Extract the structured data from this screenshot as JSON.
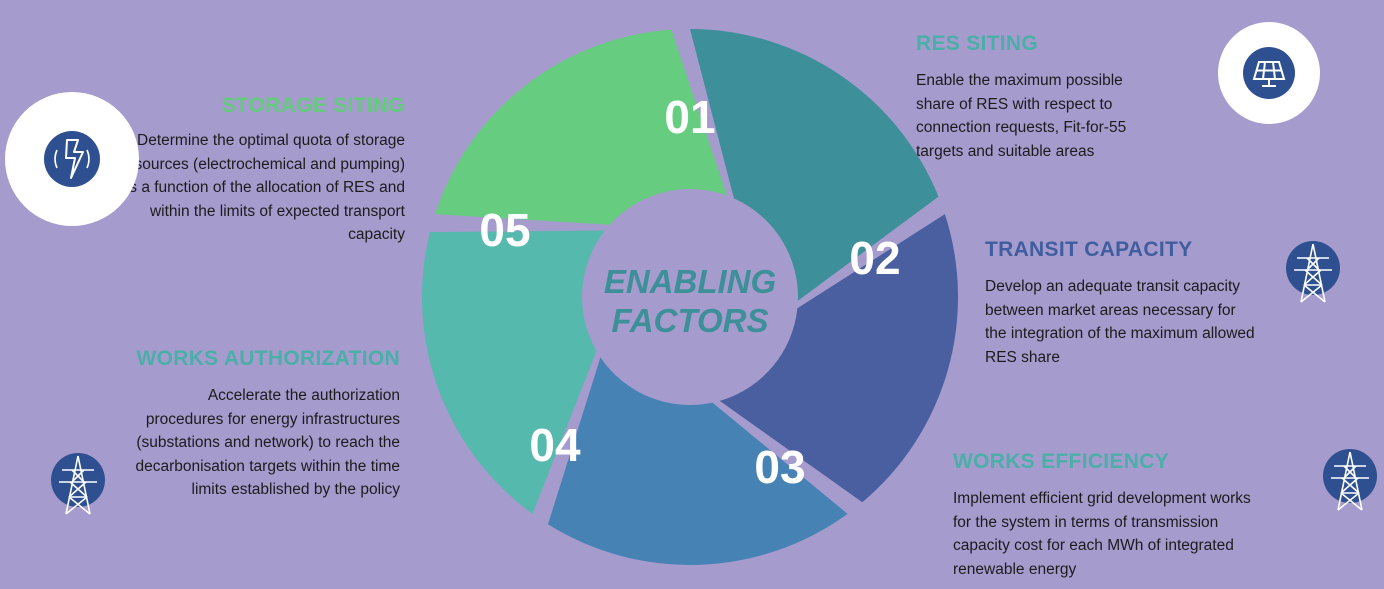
{
  "center_label": {
    "line1": "ENABLING",
    "line2": "FACTORS"
  },
  "colors": {
    "background": "#a59bcd",
    "seg01": "#3d8f9a",
    "seg02": "#4a5fa0",
    "seg03": "#4682b4",
    "seg04": "#55b9ad",
    "seg05": "#66cc7f",
    "title_green": "#62cb7c",
    "title_teal": "#4aafa8",
    "title_blue": "#3f5d9f",
    "icon_fill": "#2e5090"
  },
  "segments": [
    {
      "number": "01"
    },
    {
      "number": "02"
    },
    {
      "number": "03"
    },
    {
      "number": "04"
    },
    {
      "number": "05"
    }
  ],
  "blocks": {
    "res_siting": {
      "title": "RES SITING",
      "description": "Enable the maximum possible share of RES with respect to connection requests, Fit-for-55 targets and suitable areas",
      "icon": "solar-panel-icon"
    },
    "transit_capacity": {
      "title": "TRANSIT CAPACITY",
      "description": "Develop an adequate transit capacity between market areas necessary for the integration of the maximum allowed RES share",
      "icon": "power-tower-icon"
    },
    "works_efficiency": {
      "title": "WORKS EFFICIENCY",
      "description": "Implement efficient grid development works for the system in terms of transmission capacity cost for each MWh of integrated renewable energy",
      "icon": "power-tower-icon"
    },
    "storage_siting": {
      "title": "STORAGE SITING",
      "description": "Determine the optimal quota of storage resources (electrochemical and pumping) as a function of the allocation of RES and within the limits of expected transport capacity",
      "icon": "lightning-bolt-icon"
    },
    "works_authorization": {
      "title": "WORKS AUTHORIZATION",
      "description": "Accelerate the authorization procedures for energy infrastructures (substations and network) to reach the decarbonisation targets within the time limits established by the policy",
      "icon": "power-tower-icon"
    }
  }
}
